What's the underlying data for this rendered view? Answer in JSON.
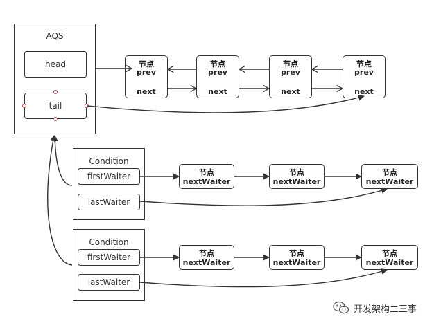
{
  "aqs": {
    "title": "AQS",
    "head": "head",
    "tail": "tail"
  },
  "sync_queue": [
    {
      "title": "节点",
      "prev": "prev",
      "next": "next"
    },
    {
      "title": "节点",
      "prev": "prev",
      "next": "next"
    },
    {
      "title": "节点",
      "prev": "prev",
      "next": "next"
    },
    {
      "title": "节点",
      "prev": "prev",
      "next": "next"
    }
  ],
  "conditions": [
    {
      "title": "Condition",
      "first": "firstWaiter",
      "last": "lastWaiter",
      "nodes": [
        {
          "title": "节点",
          "field": "nextWaiter"
        },
        {
          "title": "节点",
          "field": "nextWaiter"
        },
        {
          "title": "节点",
          "field": "nextWaiter"
        }
      ]
    },
    {
      "title": "Condition",
      "first": "firstWaiter",
      "last": "lastWaiter",
      "nodes": [
        {
          "title": "节点",
          "field": "nextWaiter"
        },
        {
          "title": "节点",
          "field": "nextWaiter"
        },
        {
          "title": "节点",
          "field": "nextWaiter"
        }
      ]
    }
  ],
  "watermark": {
    "text": "开发架构二三事",
    "icon": "wechat-icon"
  },
  "colors": {
    "stroke": "#333333",
    "handle": "#b05050"
  }
}
